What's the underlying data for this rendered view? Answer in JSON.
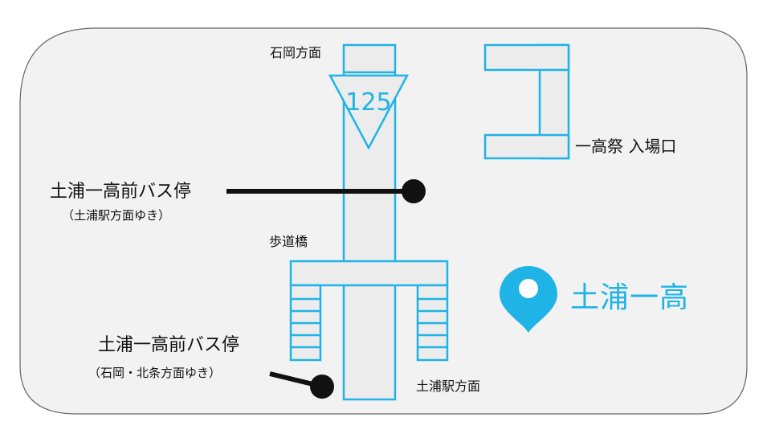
{
  "map": {
    "direction_ishioka": "石岡方面",
    "direction_tsuchiura_station": "土浦駅方面",
    "route_number": "125",
    "pedestrian_bridge": "歩道橋",
    "festival_entrance": "一高祭 入場口",
    "destination": "土浦一高",
    "bus_stop_north": {
      "name": "土浦一高前バス停",
      "direction": "（土浦駅方面ゆき）"
    },
    "bus_stop_south": {
      "name": "土浦一高前バス停",
      "direction": "（石岡・北条方面ゆき）"
    }
  },
  "colors": {
    "accent": "#1fb3e6",
    "background": "#f2f2f2",
    "road": "#ececec",
    "marker": "#111111"
  },
  "icons": [
    "route-shield-icon",
    "location-pin-icon",
    "bus-stop-marker-icon"
  ]
}
